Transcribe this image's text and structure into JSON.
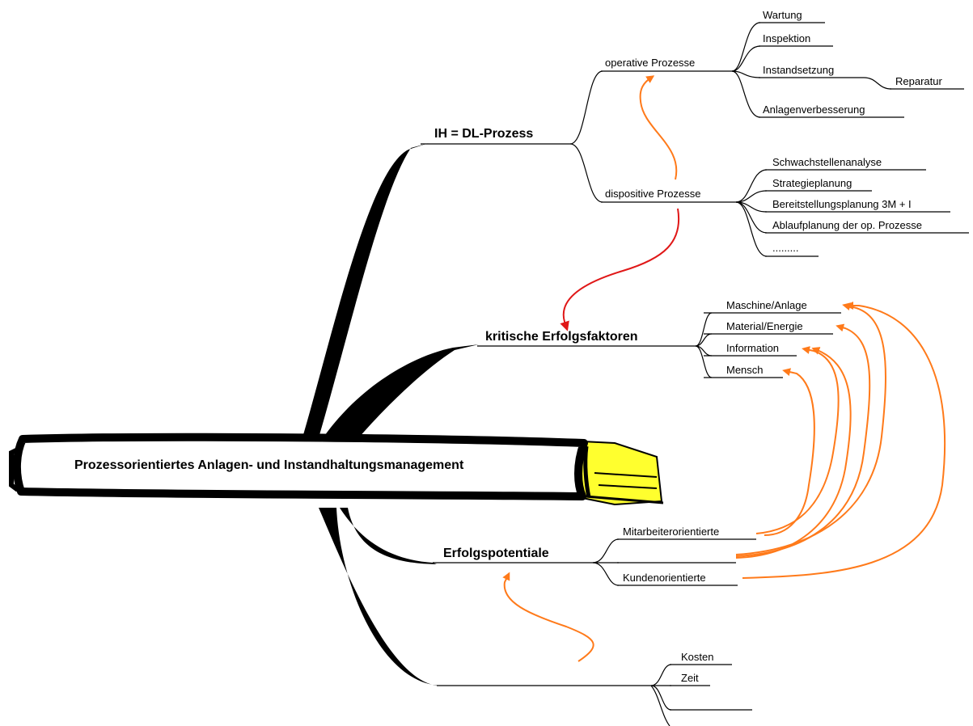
{
  "central_topic": "Prozessorientiertes Anlagen- und Instandhaltungsmanagement",
  "branches": {
    "ih_dl_prozess": {
      "label": "IH = DL-Prozess",
      "operative": {
        "label": "operative Prozesse",
        "items": [
          "Wartung",
          "Inspektion",
          "Instandsetzung",
          "Anlagenverbesserung"
        ],
        "instandsetzung_child": "Reparatur"
      },
      "dispositive": {
        "label": "dispositive Prozesse",
        "items": [
          "Schwachstellenanalyse",
          "Strategieplanung",
          "Bereitstellungsplanung 3M + I",
          "Ablaufplanung der op. Prozesse",
          "........."
        ]
      }
    },
    "kritische_erfolgsfaktoren": {
      "label": "kritische Erfolgsfaktoren",
      "items": [
        "Maschine/Anlage",
        "Material/Energie",
        "Information",
        "Mensch"
      ]
    },
    "erfolgspotentiale": {
      "label": "Erfolgspotentiale",
      "items": [
        "Mitarbeiterorientierte",
        "",
        "Kundenorientierte"
      ]
    },
    "bottom": {
      "label": "",
      "items": [
        "Kosten",
        "Zeit",
        ""
      ]
    }
  },
  "colors": {
    "line": "#000000",
    "arrow_orange": "#ff7a1a",
    "arrow_red": "#e01818",
    "book_yellow": "#ffff2e"
  }
}
